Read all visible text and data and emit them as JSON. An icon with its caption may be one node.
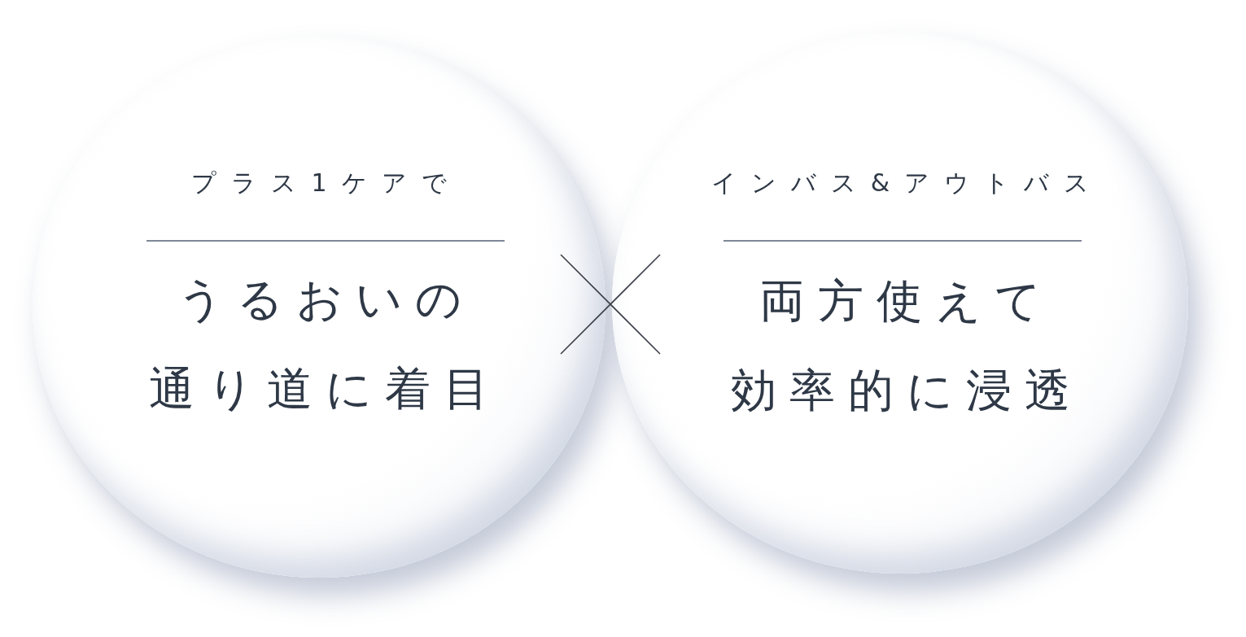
{
  "diagram": {
    "nodes": [
      {
        "text": [
          "プラス1ケアで",
          "うるおいの通り道に着目"
        ]
      },
      {
        "text": [
          "インバス&アウトバス",
          "両方使えて効率的に浸透"
        ]
      }
    ],
    "edges": []
  }
}
